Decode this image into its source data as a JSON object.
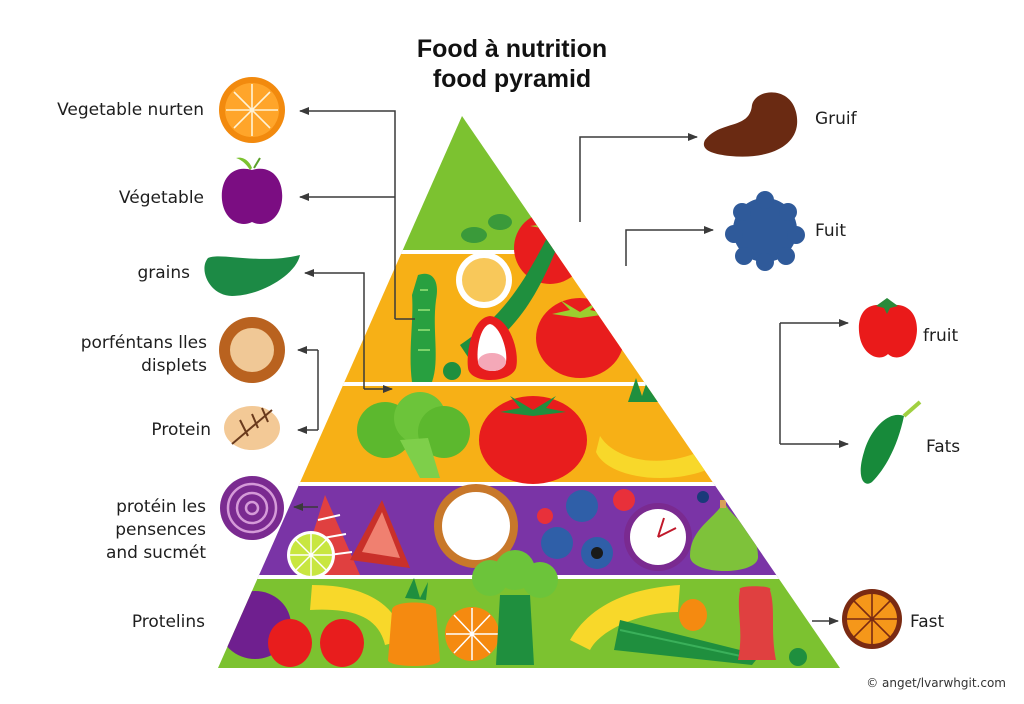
{
  "title": {
    "line1": "Food à nutrition",
    "line2": "food pyramid"
  },
  "colors": {
    "tier_top_green": "#7cc230",
    "tier_orange": "#f7b016",
    "tier_purple": "#7a34a6",
    "tier_base_green": "#7cc230",
    "connector": "#3a3a3a"
  },
  "pyramid": {
    "tiers": [
      {
        "name": "top",
        "color": "#7cc230",
        "items": [
          "leaf",
          "leaves",
          "tomato"
        ]
      },
      {
        "name": "upper-middle",
        "color": "#f7b016",
        "items": [
          "cucumber",
          "bread-roll",
          "rose-apple",
          "leek",
          "tomato",
          "nuts"
        ]
      },
      {
        "name": "middle",
        "color": "#f7b016",
        "items": [
          "broccoli",
          "tomato",
          "banana",
          "pineapple-top"
        ]
      },
      {
        "name": "lower",
        "color": "#7a34a6",
        "items": [
          "lime",
          "ham-slice",
          "sandwich",
          "cauliflower",
          "strawberries",
          "blueberries",
          "clock",
          "pear"
        ]
      },
      {
        "name": "base",
        "color": "#7cc230",
        "items": [
          "plum",
          "peppers",
          "plantain",
          "carrot",
          "orange-slice",
          "broccoli",
          "cucumber",
          "strawberry",
          "grape"
        ]
      }
    ]
  },
  "left_labels": [
    {
      "text": "Vegetable nurten",
      "icon": "orange-slice-icon"
    },
    {
      "text": "Végetable",
      "icon": "plum-icon"
    },
    {
      "text": "grains",
      "icon": "green-bean-icon"
    },
    {
      "text_lines": [
        "porféntans lles",
        "displets"
      ],
      "icon": "grain-bowl-icon"
    },
    {
      "text": "Protein",
      "icon": "wheat-icon"
    },
    {
      "text_lines": [
        "protéin les",
        "pensences",
        "and sucmét"
      ],
      "icon": "red-onion-icon"
    },
    {
      "text": "Protelins",
      "icon": null
    }
  ],
  "right_labels": [
    {
      "text": "Gruif",
      "icon": "chocolate-drop-icon"
    },
    {
      "text": "Fuit",
      "icon": "blueberries-icon"
    },
    {
      "text": "fruit",
      "icon": "tomato-icon"
    },
    {
      "text": "Fats",
      "icon": "cucumber-icon"
    },
    {
      "text": "Fast",
      "icon": "orange-slice-icon"
    }
  ],
  "credit": "© anget/lvarwhgit.com"
}
